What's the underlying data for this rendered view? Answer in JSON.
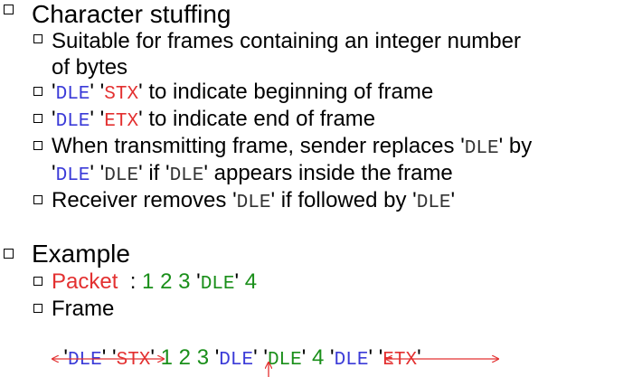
{
  "heading1": "Character stuffing",
  "items1": [
    {
      "lines": [
        [
          "Suitable for frames containing an integer number"
        ],
        [
          "of bytes"
        ]
      ]
    },
    {
      "lines": [
        [
          "'",
          "DLE",
          "' '",
          "STX",
          "' to indicate beginning of frame"
        ]
      ]
    },
    {
      "lines": [
        [
          "'",
          "DLE",
          "' '",
          "ETX",
          "' to indicate end of frame"
        ]
      ]
    },
    {
      "lines": [
        [
          "When transmitting frame, sender replaces '",
          "DLE",
          "'  by"
        ],
        [
          "'",
          "DLE",
          "' '",
          "DLE",
          "' if  '",
          "DLE",
          "' appears inside the frame"
        ]
      ]
    },
    {
      "lines": [
        [
          "Receiver removes '",
          "DLE",
          "' if followed by '",
          "DLE",
          "'"
        ]
      ]
    }
  ],
  "heading2": "Example",
  "packet": {
    "label": "Packet",
    "sep": "  : ",
    "nums": "1 2 3 ",
    "q1": "'",
    "dle": "DLE",
    "q2": "'",
    "num4": " 4"
  },
  "frame": {
    "label": "Frame",
    "seq": [
      "'",
      "DLE",
      "' '",
      "STX",
      "' ",
      "1 2 3",
      " '",
      "DLE",
      "' '",
      "DLE",
      "' ",
      "4",
      " '",
      "DLE",
      "' '",
      "ETX",
      "'"
    ]
  },
  "colors": {
    "blue": "#3b3bd8",
    "red": "#e33030",
    "green": "#1a8f1a",
    "arrow": "#e33030"
  }
}
